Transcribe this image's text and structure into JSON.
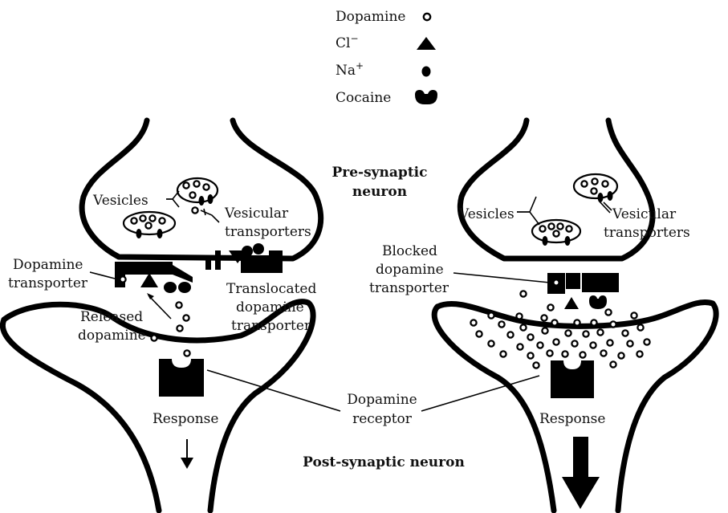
{
  "legend": {
    "dopamine": "Dopamine",
    "chloride": "Cl",
    "chloride_sup": "−",
    "sodium": "Na",
    "sodium_sup": "+",
    "cocaine": "Cocaine"
  },
  "labels": {
    "pre_synaptic_line1": "Pre-synaptic",
    "pre_synaptic_line2": "neuron",
    "post_synaptic": "Post-synaptic neuron",
    "left": {
      "vesicles": "Vesicles",
      "vesicular_1": "Vesicular",
      "vesicular_2": "transporters",
      "da_transporter_1": "Dopamine",
      "da_transporter_2": "transporter",
      "released_1": "Released",
      "released_2": "dopamine",
      "translocated_1": "Translocated",
      "translocated_2": "dopamine",
      "translocated_3": "transporter",
      "response": "Response"
    },
    "right": {
      "vesicles": "Vesicles",
      "vesicular_1": "Vesicular",
      "vesicular_2": "transporters",
      "blocked_1": "Blocked",
      "blocked_2": "dopamine",
      "blocked_3": "transporter",
      "response": "Response"
    },
    "receptor_1": "Dopamine",
    "receptor_2": "receptor"
  },
  "colors": {
    "ink": "#000000",
    "background": "#ffffff"
  }
}
